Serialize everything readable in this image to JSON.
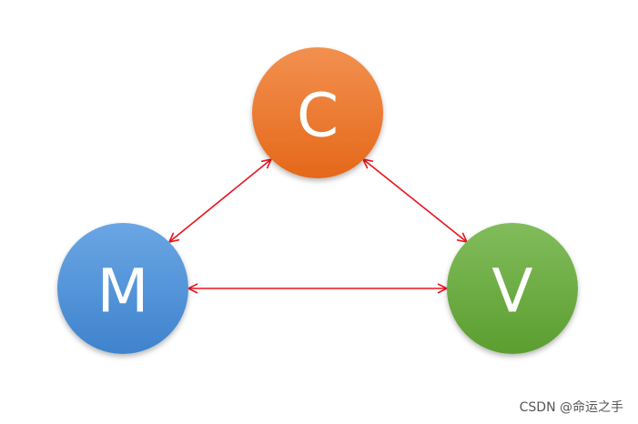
{
  "diagram": {
    "nodes": {
      "controller": {
        "label": "C",
        "color": "#ee7a2b"
      },
      "model": {
        "label": "M",
        "color": "#4f8fd6"
      },
      "view": {
        "label": "V",
        "color": "#6aab3c"
      }
    },
    "edges": [
      {
        "from": "controller",
        "to": "model",
        "bidirectional": true
      },
      {
        "from": "controller",
        "to": "view",
        "bidirectional": true
      },
      {
        "from": "model",
        "to": "view",
        "bidirectional": true
      }
    ],
    "edge_color": "#e8141c"
  },
  "watermark": "CSDN @命运之手"
}
